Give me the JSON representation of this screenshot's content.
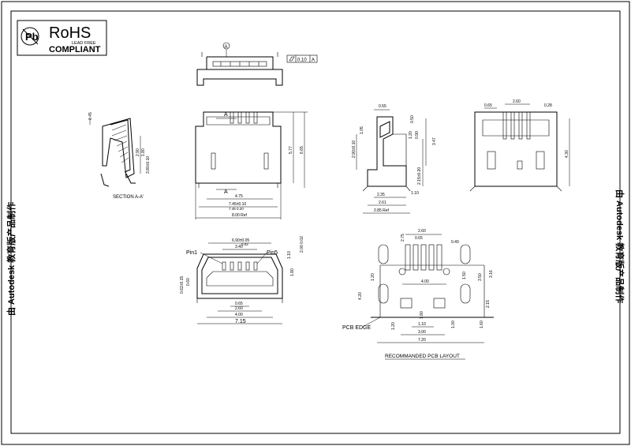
{
  "badge": {
    "brand": "RoHS",
    "sub": "LEAD FREE",
    "title": "COMPLIANT"
  },
  "side_text": "由 Autodesk 教育版产品制作",
  "datum": {
    "label": "A",
    "tolerance": "0.10",
    "ref": "A"
  },
  "section_label": "SECTION A-A'",
  "front_view": {
    "dims": {
      "w1": "4.75",
      "w2": "7.45±0.10",
      "w2b": "7.45 0.20",
      "w3": "8.00 Ref",
      "h1": "5.77",
      "h2": "6.65"
    },
    "section_marks": [
      "A",
      "A"
    ]
  },
  "section_view": {
    "dims": [
      "0.45",
      "2.90",
      "1.80",
      "3.80±0.10"
    ]
  },
  "side_view": {
    "dims": [
      "0.55",
      "0.50",
      "1.20",
      "0.90",
      "3.47",
      "2.90±0.10",
      "2.15±0.20",
      "1.05",
      "2.35",
      "2.61",
      "2.85 Ref",
      "1.10"
    ]
  },
  "right_view": {
    "dims": [
      "0.65",
      "2.60",
      "0.28",
      "4.30"
    ]
  },
  "bottom_view": {
    "pin_labels": [
      "Pin1",
      "Pin5"
    ],
    "dims": [
      "6.90±0.05",
      "0.02",
      "3.40",
      "1.10",
      "1.80",
      "0.60",
      "0.62±0.15",
      "0.65",
      "2.60",
      "4.00",
      "7.15",
      "2.00 0.02"
    ]
  },
  "pcb_layout": {
    "title": "RECOMMANDED  PCB  LAYOUT",
    "edge_label": "PCB EDGE",
    "dims": [
      "2.60",
      "2.75",
      "0.65",
      "0.40",
      "1.20",
      "4.20",
      "3.16",
      "3.50",
      "4.00",
      "2.15",
      "1.00",
      "1.20",
      "1.10",
      "3.00",
      "7.20",
      "1.60",
      "1.80",
      "1.50"
    ]
  }
}
